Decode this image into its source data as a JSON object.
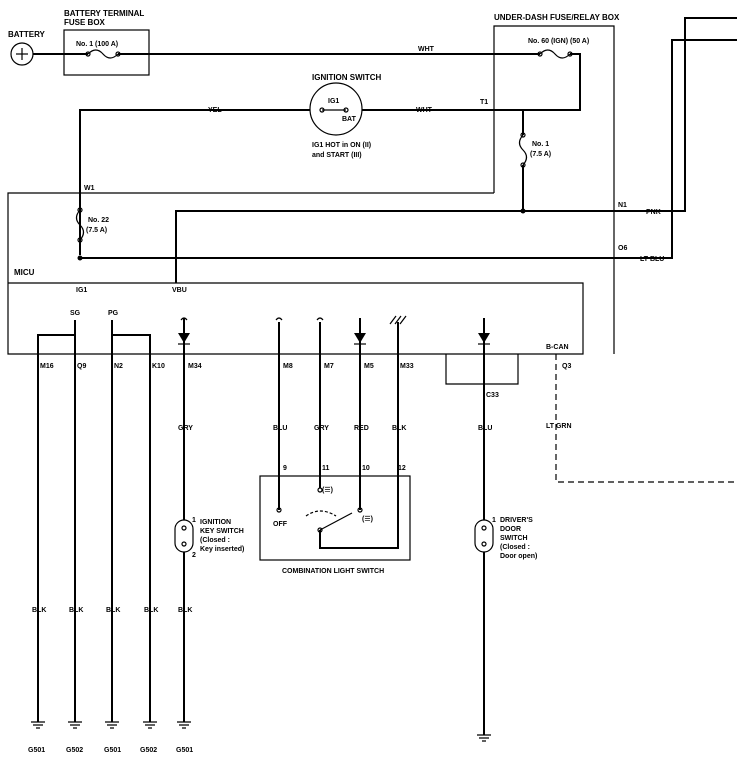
{
  "battery": {
    "label": "BATTERY"
  },
  "battery_fuse_box": {
    "title": [
      "BATTERY TERMINAL",
      "FUSE BOX"
    ],
    "fuse": "No. 1 (100 A)"
  },
  "under_dash_box": {
    "title": "UNDER-DASH FUSE/RELAY BOX",
    "fuse_main": "No. 60 (IGN) (50 A)",
    "fuse_1": [
      "No. 1",
      "(7.5 A)"
    ],
    "term_t1": "T1",
    "term_n1": "N1",
    "term_o6": "O6"
  },
  "ignition_switch": {
    "title": "IGNITION SWITCH",
    "ig1": "IG1",
    "bat": "BAT",
    "note": [
      "IG1 HOT in ON (II)",
      "and START (III)"
    ]
  },
  "wires": {
    "wht_1": "WHT",
    "wht_2": "WHT",
    "yel": "YEL",
    "pnk": "PNK",
    "lt_blu": "LT BLU",
    "lt_grn": "LT GRN"
  },
  "micu": {
    "label": "MICU",
    "w1": "W1",
    "fuse_22": [
      "No. 22",
      "(7.5 A)"
    ],
    "ig1": "IG1",
    "vbu": "VBU",
    "sg": "SG",
    "pg": "PG",
    "bcan": "B-CAN",
    "pins": [
      "M16",
      "Q9",
      "N2",
      "K10",
      "M34",
      "M8",
      "M7",
      "M5",
      "M33",
      "Q3"
    ],
    "c33": "C33"
  },
  "wire_colors": {
    "gry_m34": "GRY",
    "blu_m8": "BLU",
    "gry_m7": "GRY",
    "red_m5": "RED",
    "blk_m33": "BLK",
    "blu_door": "BLU",
    "ltgrn": "LT GRN"
  },
  "ignition_key_switch": {
    "pin1": "1",
    "pin2": "2",
    "label": [
      "IGNITION",
      "KEY SWITCH",
      "(Closed :",
      "Key inserted)"
    ]
  },
  "combination_switch": {
    "pins": [
      "9",
      "11",
      "10",
      "12"
    ],
    "off": "OFF",
    "label": "COMBINATION LIGHT SWITCH"
  },
  "door_switch": {
    "pin1": "1",
    "label": [
      "DRIVER'S",
      "DOOR",
      "SWITCH",
      "(Closed :",
      "Door open)"
    ]
  },
  "grounds": {
    "blk": "BLK",
    "labels": [
      "G501",
      "G502",
      "G501",
      "G502",
      "G501"
    ]
  }
}
